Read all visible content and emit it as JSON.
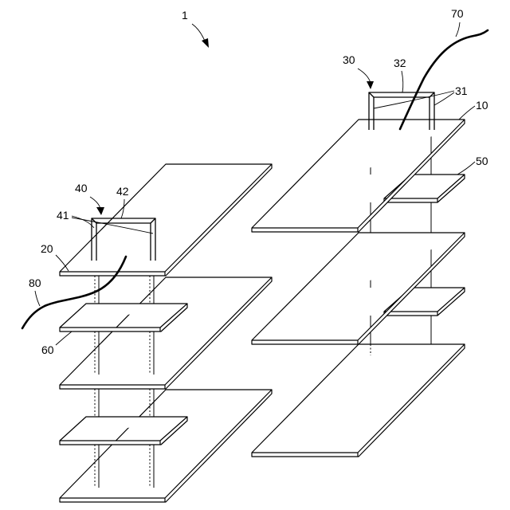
{
  "figure": {
    "labels": {
      "assembly": "1",
      "plate_10": "10",
      "plate_20": "20",
      "staple_30": "30",
      "staple_legs_31": "31",
      "staple_bridge_32": "32",
      "staple_40": "40",
      "staple_legs_41": "41",
      "staple_bridge_42": "42",
      "plate_50": "50",
      "plate_60": "60",
      "wire_70": "70",
      "wire_80": "80"
    }
  }
}
